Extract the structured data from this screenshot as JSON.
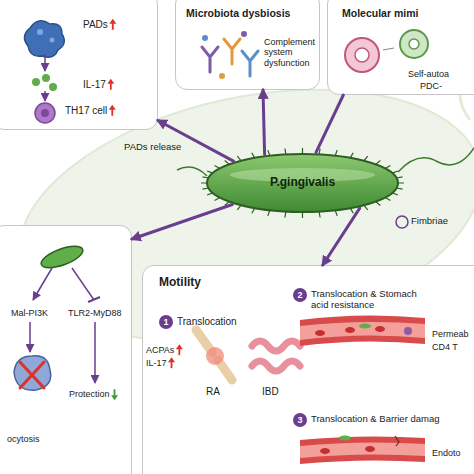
{
  "diagram": {
    "nodes": [
      {
        "text": [
          "PADs",
          "IL-17",
          "TH17 cell"
        ]
      },
      {
        "text": [
          "Microbiota dysbiosis",
          "Complement system dysfunction"
        ]
      },
      {
        "text": [
          "Molecular mimi",
          "Self-autoa",
          "PDC-"
        ]
      },
      {
        "text": [
          "P.gingivalis"
        ]
      },
      {
        "text": [
          "Mal-PI3K",
          "TLR2-MyD88",
          "Protection",
          "ocytosis"
        ]
      },
      {
        "text": [
          "Motility"
        ]
      }
    ],
    "edges": [
      {
        "from": 3,
        "to": 0,
        "arrow": "to",
        "label": "PADs release"
      },
      {
        "from": 3,
        "to": 1,
        "arrow": "to"
      },
      {
        "from": 3,
        "to": 2,
        "arrow": "none"
      },
      {
        "from": 3,
        "to": 4,
        "arrow": "to"
      },
      {
        "from": 3,
        "to": 5,
        "arrow": "to"
      }
    ],
    "labels": [
      "Fimbriae",
      "1",
      "Translocation",
      "ACPAs",
      "IL-17",
      "RA",
      "IBD",
      "2",
      "Translocation & Stomach acid resistance",
      "Permeab",
      "CD4 T",
      "3",
      "Translocation & Barrier damag",
      "Endoto"
    ]
  }
}
